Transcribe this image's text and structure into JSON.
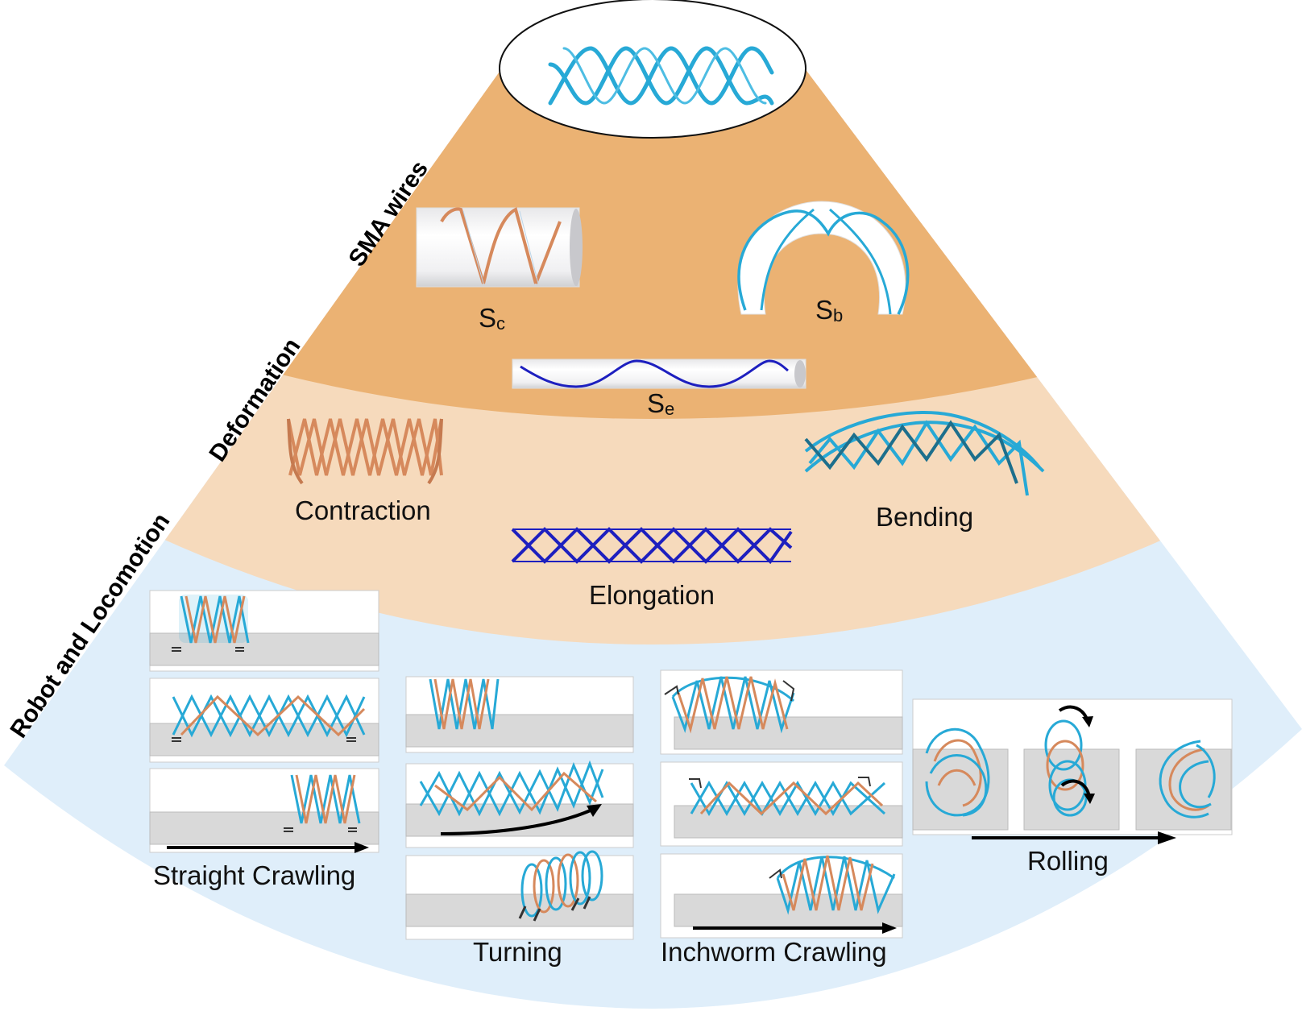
{
  "figure": {
    "colors": {
      "top_region": "#ebb273",
      "middle_region": "#f6dabc",
      "bottom_region": "#dfeefa",
      "wire_cyan": "#27a9d6",
      "wire_copper": "#d6895c",
      "wire_blue": "#1d1fbf",
      "ground": "#d9d9d9"
    },
    "side_labels": {
      "sma": "SMA wires",
      "deformation": "Deformation",
      "robot": "Robot and Locomotion"
    },
    "sma_wires": {
      "sc": {
        "main": "S",
        "sub": "c"
      },
      "sb": {
        "main": "S",
        "sub": "b"
      },
      "se": {
        "main": "S",
        "sub": "e"
      }
    },
    "deformation": {
      "contraction": "Contraction",
      "elongation": "Elongation",
      "bending": "Bending"
    },
    "locomotion": {
      "straight": "Straight Crawling",
      "turning": "Turning",
      "inchworm": "Inchworm Crawling",
      "rolling": "Rolling"
    }
  }
}
